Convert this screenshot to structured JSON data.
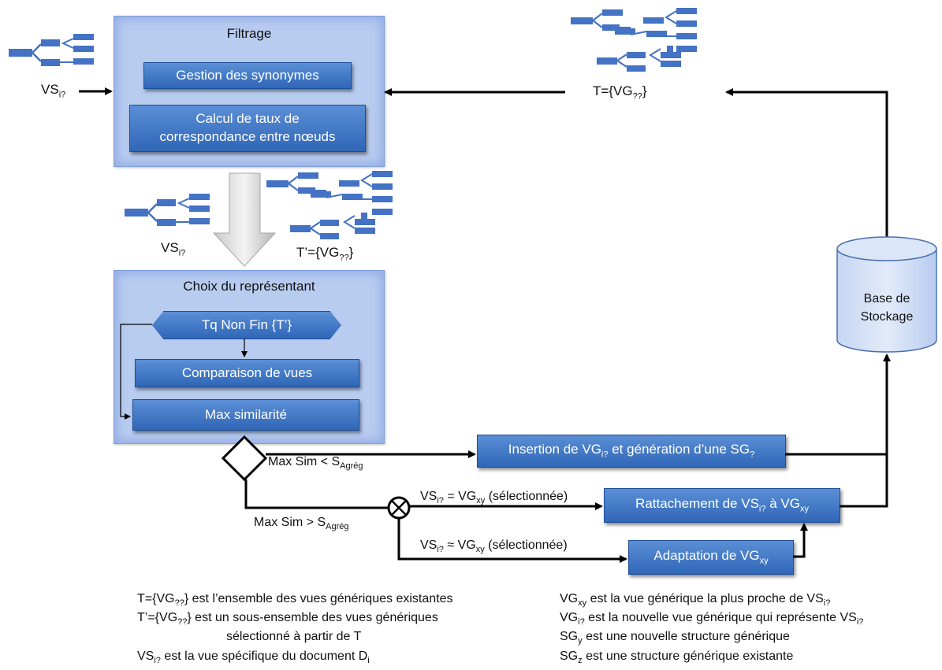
{
  "filtrage": {
    "title": "Filtrage",
    "btn_synonymes": "Gestion des synonymes",
    "btn_calcul_line1": "Calcul de taux de",
    "btn_calcul_line2": "correspondance entre nœuds"
  },
  "choix": {
    "title": "Choix du représentant",
    "loop": "Tq Non Fin {T’}",
    "btn_comparaison": "Comparaison de vues",
    "btn_max": "Max similarité"
  },
  "labels": {
    "vs_main": "VS",
    "vs_sub": "i?",
    "t_top_main": "T={VG",
    "t_top_sub": "??",
    "t_top_end": "}",
    "tprime_main": "T’={VG",
    "tprime_sub": "??",
    "tprime_end": "}",
    "cond_lt_main": "Max Sim < S",
    "cond_lt_sub": "Agrég",
    "cond_gt_main": "Max Sim > S",
    "cond_gt_sub": "Agrég",
    "eq_a": "VS",
    "eq_a_sub": "i?",
    "eq_b": " = VG",
    "eq_b_sub": "xy",
    "eq_c": " (sélectionnée)",
    "approx_a": "VS",
    "approx_a_sub": "i?",
    "approx_b": " ≈ VG",
    "approx_b_sub": "xy",
    "approx_c": " (sélectionnée)"
  },
  "actions": {
    "insertion_a": "Insertion de VG",
    "insertion_a_sub": "i?",
    "insertion_b": " et génération d’une SG",
    "insertion_b_sub": "?",
    "rattachement_a": "Rattachement de VS",
    "rattachement_a_sub": "i?",
    "rattachement_b": " à VG",
    "rattachement_b_sub": "xy",
    "adaptation_a": "Adaptation de VG",
    "adaptation_a_sub": "xy"
  },
  "storage": {
    "line1": "Base de",
    "line2": "Stockage"
  },
  "legend": {
    "l1_a": "T={VG",
    "l1_sub": "??",
    "l1_b": "}  est l’ensemble des vues génériques existantes",
    "l2_a": "T’={VG",
    "l2_sub": "??",
    "l2_b": "}  est un sous-ensemble des vues génériques",
    "l3": "sélectionné à partir de T",
    "l4_a": "VS",
    "l4_sub": "i?",
    "l4_b": "  est la vue spécifique du document D",
    "l4_sub2": "i",
    "r1_a": "VG",
    "r1_sub": "xy",
    "r1_b": "  est la vue générique  la plus proche de VS",
    "r1_sub2": "i?",
    "r2_a": "VG",
    "r2_sub": "i?",
    "r2_b": " est la nouvelle vue générique qui représente VS",
    "r2_sub2": "i?",
    "r3_a": "SG",
    "r3_sub": "y",
    "r3_b": "  est une nouvelle structure générique",
    "r4_a": "SG",
    "r4_sub": "z",
    "r4_b": "  est une structure générique existante"
  },
  "colors": {
    "panel": "#b8ccf0",
    "button": "#3a73c4",
    "tree": "#4472c4",
    "arrow": "#000000"
  }
}
